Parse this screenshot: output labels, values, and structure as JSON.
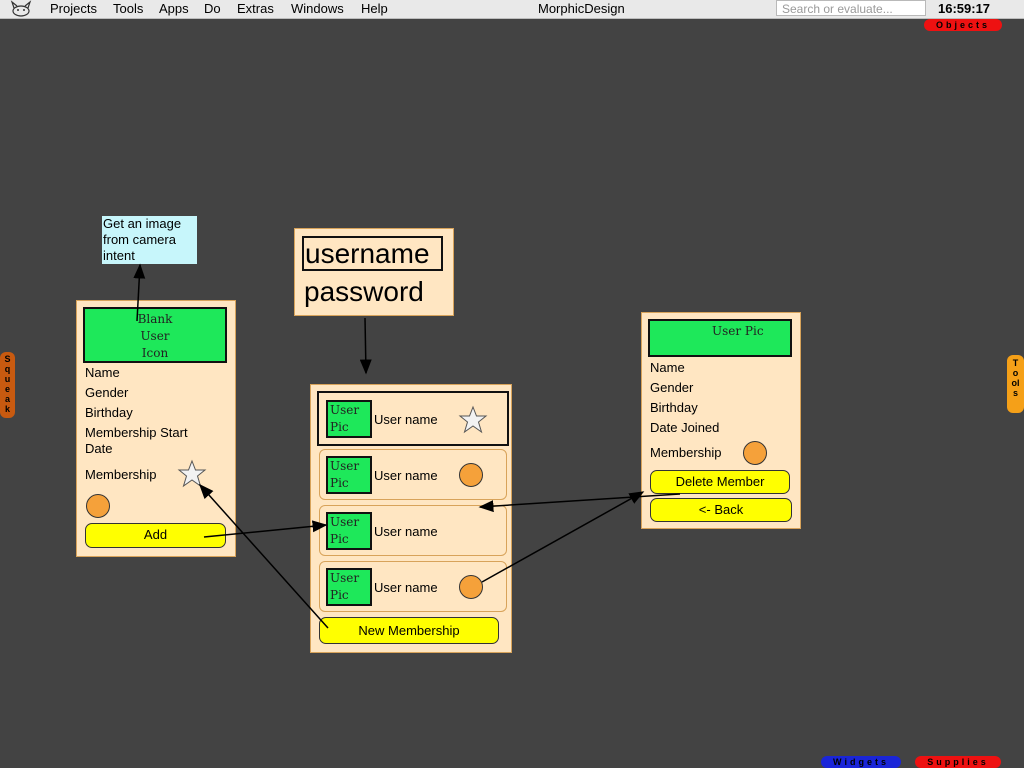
{
  "menubar": {
    "items": [
      "Projects",
      "Tools",
      "Apps",
      "Do",
      "Extras",
      "Windows",
      "Help"
    ],
    "title": "MorphicDesign",
    "search_placeholder": "Search or evaluate...",
    "clock": "16:59:17"
  },
  "flaps": {
    "objects": "Objects",
    "squeak": "Squeak",
    "tools": "Tools",
    "widgets": "Widgets",
    "supplies": "Supplies"
  },
  "note": {
    "text": "Get an image from camera intent"
  },
  "login": {
    "username": "username",
    "password": "password"
  },
  "add_card": {
    "icon_text": "Blank User Icon",
    "fields": [
      "Name",
      "Gender",
      "Birthday",
      "Membership Start Date",
      "Membership"
    ],
    "add_label": "Add"
  },
  "list_card": {
    "rows": [
      {
        "pic": "User Pic",
        "name": "User name"
      },
      {
        "pic": "User Pic",
        "name": "User name"
      },
      {
        "pic": "User Pic",
        "name": "User name"
      },
      {
        "pic": "User Pic",
        "name": "User name"
      }
    ],
    "new_membership_label": "New Membership"
  },
  "detail_card": {
    "pic_text": "User Pic",
    "fields": [
      "Name",
      "Gender",
      "Birthday",
      "Date Joined",
      "Membership"
    ],
    "delete_label": "Delete Member",
    "back_label": "<- Back"
  },
  "colors": {
    "desktop": "#434343",
    "card": "#ffe6c2",
    "pic": "#1ee85a",
    "button": "#ffff00",
    "circle": "#f5a13a"
  }
}
